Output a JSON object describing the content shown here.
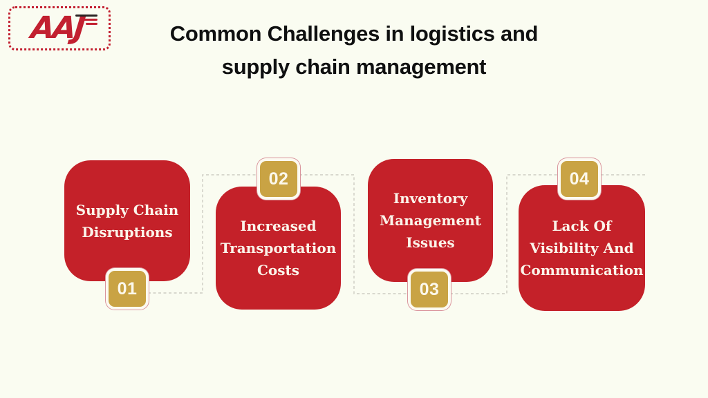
{
  "logo": {
    "text": "AAJ",
    "color": "#c22030"
  },
  "title": {
    "line1": "Common Challenges in logistics and",
    "line2": "supply chain management",
    "color": "#0f1010"
  },
  "cards": [
    {
      "number": "01",
      "label": "Supply Chain Disruptions",
      "lines": [
        "Supply Chain",
        "Disruptions"
      ],
      "badge_position": "bottom"
    },
    {
      "number": "02",
      "label": "Increased Transportation Costs",
      "lines": [
        "Increased",
        "Transportation",
        "Costs"
      ],
      "badge_position": "top"
    },
    {
      "number": "03",
      "label": "Inventory Management Issues",
      "lines": [
        "Inventory",
        "Management",
        "Issues"
      ],
      "badge_position": "bottom"
    },
    {
      "number": "04",
      "label": "Lack Of Visibility And Communication",
      "lines": [
        "Lack Of",
        "Visibility And",
        "Communication"
      ],
      "badge_position": "top"
    }
  ],
  "colors": {
    "background": "#fafcf1",
    "card_red": "#c42129",
    "card_text": "#fbf4ea",
    "badge_gold": "#c9a344",
    "badge_ring": "#fcfaf1",
    "badge_outline": "#d9949c",
    "connector_gray": "#ccccc2",
    "title_black": "#0f1010",
    "logo_red": "#c22030"
  }
}
